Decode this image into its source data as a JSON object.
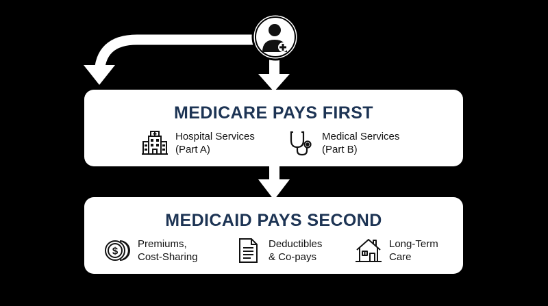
{
  "colors": {
    "background": "#000000",
    "box": "#ffffff",
    "title": "#1d3454",
    "icon": "#111111"
  },
  "top_icon": "person-with-medical-cross-icon",
  "medicare": {
    "title": "MEDICARE PAYS FIRST",
    "items": [
      {
        "icon": "hospital-building-icon",
        "label": "Hospital Services\n(Part A)"
      },
      {
        "icon": "stethoscope-icon",
        "label": "Medical Services\n(Part B)"
      }
    ]
  },
  "medicaid": {
    "title": "MEDICAID PAYS SECOND",
    "items": [
      {
        "icon": "coins-dollar-icon",
        "label": "Premiums,\nCost-Sharing"
      },
      {
        "icon": "document-icon",
        "label": "Deductibles\n& Co-pays"
      },
      {
        "icon": "house-icon",
        "label": "Long-Term\nCare"
      }
    ]
  }
}
